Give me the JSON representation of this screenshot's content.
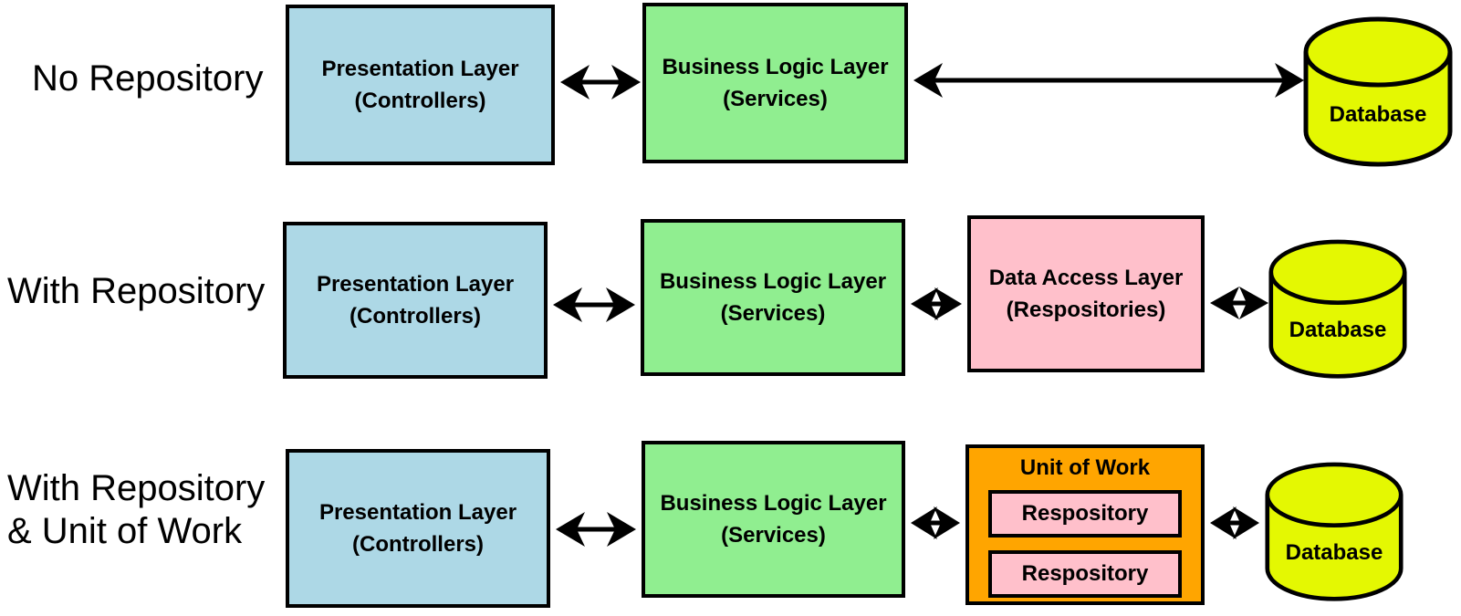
{
  "rows": {
    "row1": {
      "label": "No Repository",
      "presentation": {
        "line1": "Presentation Layer",
        "line2": "(Controllers)"
      },
      "business": {
        "line1": "Business Logic Layer",
        "line2": "(Services)"
      },
      "database": {
        "label": "Database"
      }
    },
    "row2": {
      "label": "With Repository",
      "presentation": {
        "line1": "Presentation Layer",
        "line2": "(Controllers)"
      },
      "business": {
        "line1": "Business Logic Layer",
        "line2": "(Services)"
      },
      "data_access": {
        "line1": "Data Access Layer",
        "line2": "(Respositories)"
      },
      "database": {
        "label": "Database"
      }
    },
    "row3": {
      "label_line1": "With Repository",
      "label_line2": "& Unit of Work",
      "presentation": {
        "line1": "Presentation Layer",
        "line2": "(Controllers)"
      },
      "business": {
        "line1": "Business Logic Layer",
        "line2": "(Services)"
      },
      "unit_of_work": {
        "title": "Unit of Work",
        "repositories": [
          "Respository",
          "Respository"
        ]
      },
      "database": {
        "label": "Database"
      }
    }
  },
  "colors": {
    "presentation_fill": "#ADD8E6",
    "business_fill": "#90EE90",
    "data_access_fill": "#FFC0CB",
    "unit_of_work_fill": "#FFA500",
    "repository_fill": "#FFC0CB",
    "database_fill": "#E4F802",
    "border": "#000000",
    "background": "#FFFFFF"
  }
}
